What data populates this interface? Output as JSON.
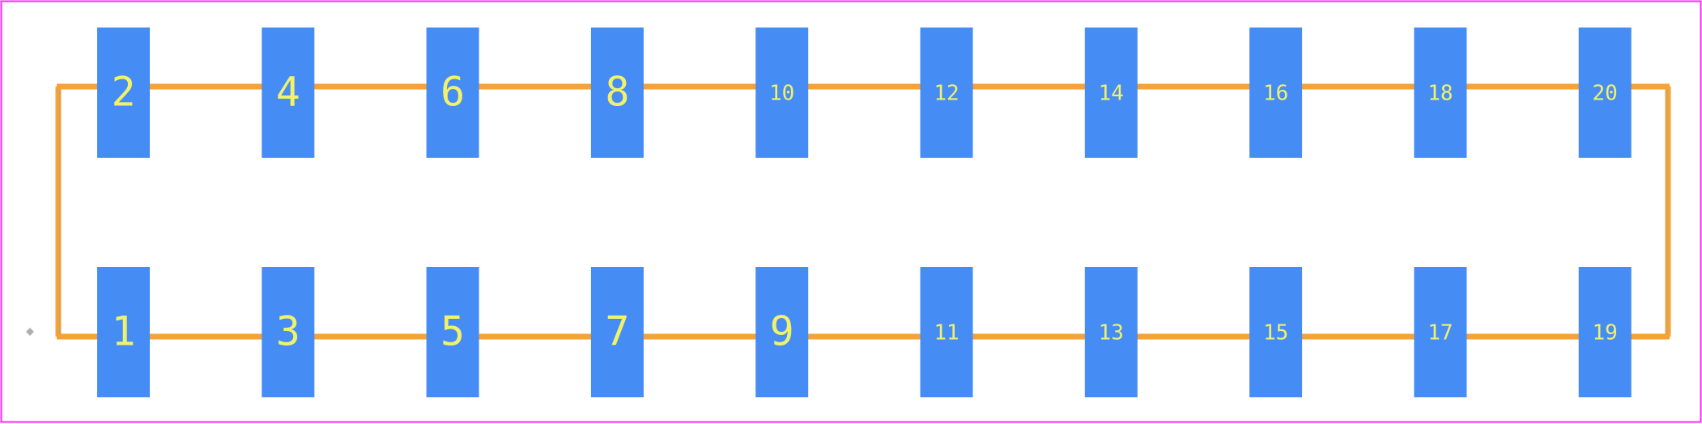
{
  "colors": {
    "background": "#ffffff",
    "border": "#ff26ff",
    "outline": "#f7a234",
    "outline_inner": "#c8a070",
    "pad": "#468cf5",
    "label": "#f2f26a",
    "origin_marker": "#b0b0b0"
  },
  "pads": [
    {
      "label": "2"
    },
    {
      "label": "4"
    },
    {
      "label": "6"
    },
    {
      "label": "8"
    },
    {
      "label": "10"
    },
    {
      "label": "12"
    },
    {
      "label": "14"
    },
    {
      "label": "16"
    },
    {
      "label": "18"
    },
    {
      "label": "20"
    },
    {
      "label": "1"
    },
    {
      "label": "3"
    },
    {
      "label": "5"
    },
    {
      "label": "7"
    },
    {
      "label": "9"
    },
    {
      "label": "11"
    },
    {
      "label": "13"
    },
    {
      "label": "15"
    },
    {
      "label": "17"
    },
    {
      "label": "19"
    }
  ]
}
